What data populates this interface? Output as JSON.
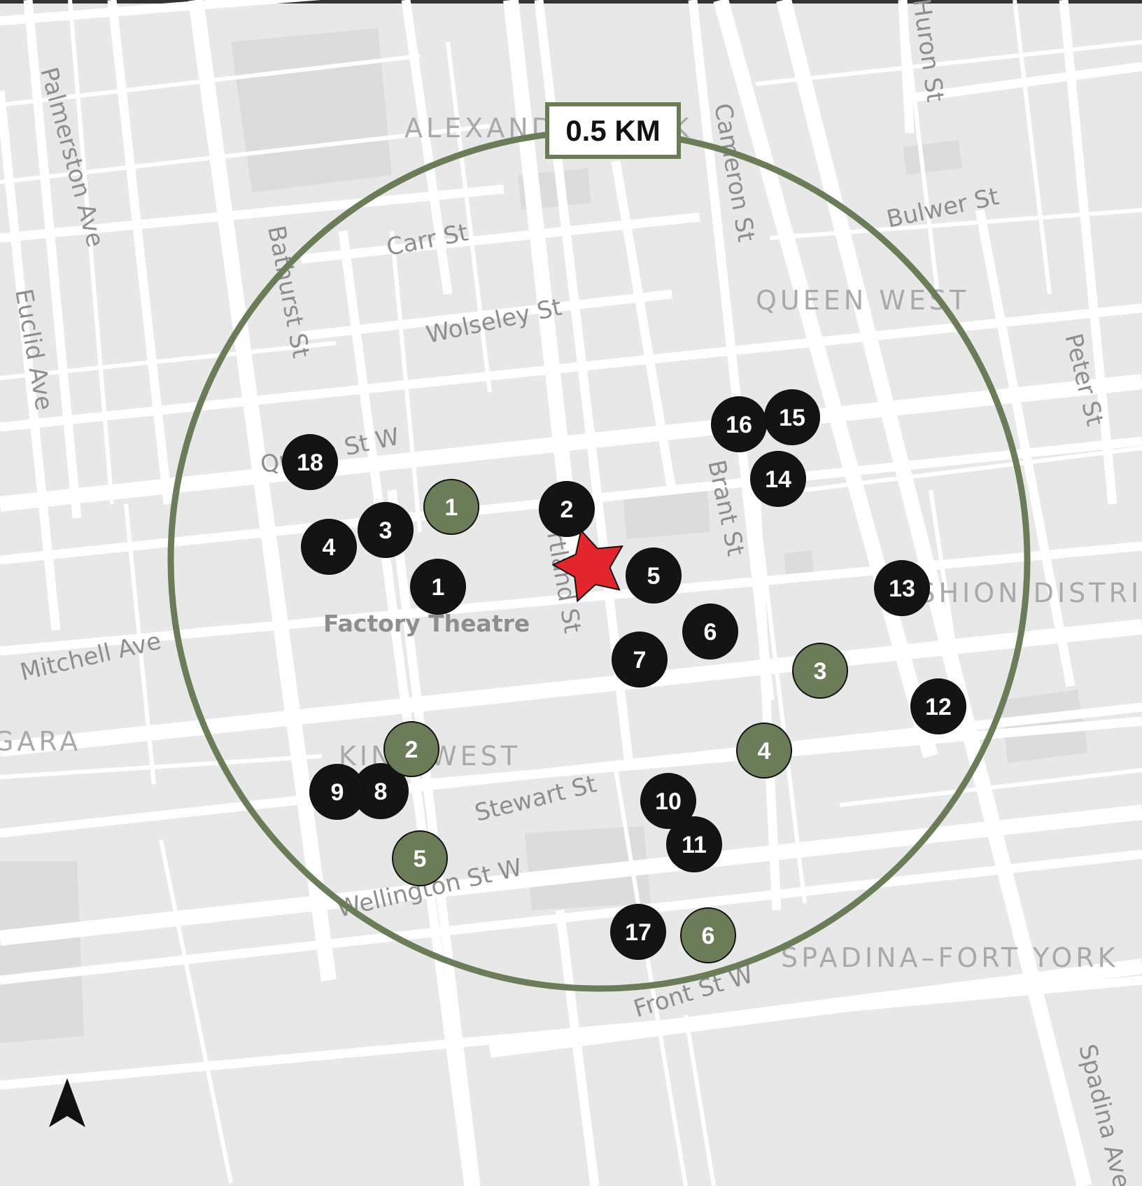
{
  "map": {
    "scale_label": "0.5 KM",
    "colors": {
      "background": "#e8e8e8",
      "road": "#ffffff",
      "ring": "#6b7d58",
      "marker_black": "#141414",
      "marker_green": "#6b7d58",
      "star": "#e3262e"
    },
    "icons": {
      "north_arrow": "north-arrow-icon",
      "center": "star-icon"
    },
    "street_labels": [
      "Palmerston Ave",
      "Euclid Ave",
      "Bathurst St",
      "Carr St",
      "Wolseley St",
      "Queen St W",
      "Mitchell Ave",
      "Portland St",
      "Brant St",
      "Cameron St",
      "Bulwer St",
      "Huron St",
      "Peter St",
      "Stewart St",
      "Wellington St W",
      "Front St W",
      "Spadina Ave"
    ],
    "area_labels": [
      "ALEXANDRA PARK",
      "QUEEN WEST",
      "FASHION DISTRICT",
      "KING WEST",
      "NIAGARA",
      "SPADINA–FORT YORK"
    ],
    "poi_labels": [
      "Factory Theatre"
    ],
    "black_markers": [
      "1",
      "2",
      "3",
      "4",
      "5",
      "6",
      "7",
      "8",
      "9",
      "10",
      "11",
      "12",
      "13",
      "14",
      "15",
      "16",
      "17",
      "18"
    ],
    "green_markers": [
      "1",
      "2",
      "3",
      "4",
      "5",
      "6"
    ]
  }
}
